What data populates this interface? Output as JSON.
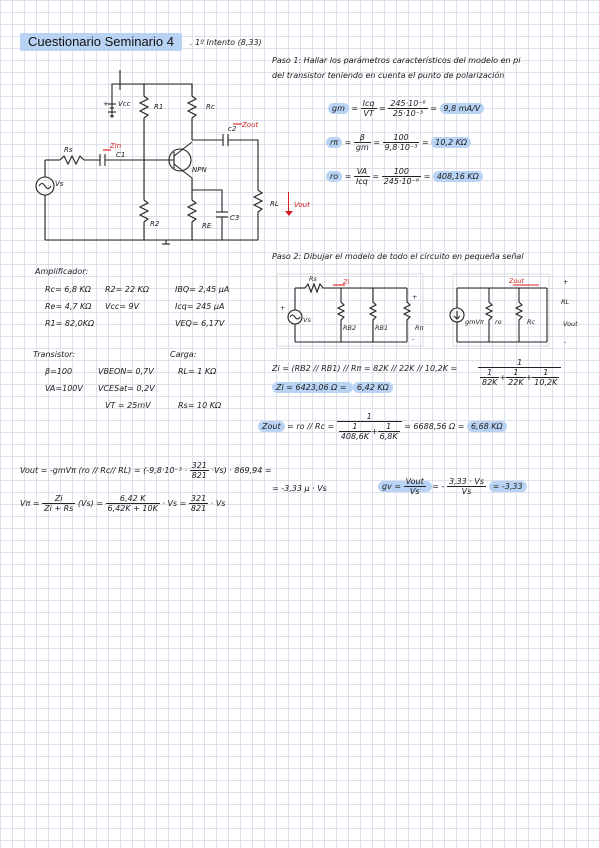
{
  "header": {
    "title": "Cuestionario Seminario 4",
    "attempt": ". 1º Intento  (8,33)"
  },
  "step1": {
    "heading_1": "Paso 1: Hallar los parámetros característicos del modelo en pi",
    "heading_2": "del transistor teniendo en cuenta el punto de polarización",
    "gm": {
      "lhs": "gm",
      "num": "Icq",
      "den": "VT",
      "num2": "245·10⁻⁶",
      "den2": "25·10⁻³",
      "result": "9,8 mA/V"
    },
    "rpi": {
      "lhs": "rπ",
      "num": "β",
      "den": "gm",
      "num2": "100",
      "den2": "9,8·10⁻³",
      "result": "10,2 KΩ"
    },
    "ro": {
      "lhs": "ro",
      "num": "VA",
      "den": "Icq",
      "num2": "100",
      "den2": "245·10⁻⁶",
      "result": "408,16 KΩ"
    }
  },
  "circuit1": {
    "vcc": "Vcc",
    "r1": "R1",
    "rc": "Rc",
    "c2": "c2",
    "zout": "Zout",
    "rs": "Rs",
    "zin": "Zin",
    "c1": "C1",
    "npn": "NPN",
    "vs": "Vs",
    "r2": "R2",
    "re": "RE",
    "c3": "C3",
    "rl": "RL",
    "vout": "Vout"
  },
  "step2": {
    "heading": "Paso 2: Dibujar el modelo de todo el circuito en pequeña señal",
    "rs": "Rs",
    "zi": "Zi",
    "vs": "Vs",
    "rb2": "RB2",
    "rb1": "RB1",
    "rpi": "Rπ",
    "plus": "+",
    "minus": "-",
    "zout": "Zout",
    "gmvpi": "gmVπ",
    "ro": "ro",
    "rc": "Rc",
    "rl": "RL",
    "vout": "Vout"
  },
  "params": {
    "amp_heading": "Amplificador:",
    "amp": [
      [
        "Rc= 6,8 KΩ",
        "R2= 22 KΩ",
        "IBQ= 2,45 μA"
      ],
      [
        "Re= 4,7 KΩ",
        "Vcc= 9V",
        "Icq= 245 μA"
      ],
      [
        "R1= 82,0KΩ",
        "",
        "VEQ= 6,17V"
      ]
    ],
    "trans_heading": "Transistor:",
    "load_heading": "Carga:",
    "trans": [
      [
        "β=100",
        "VBEON= 0,7V",
        "RL= 1 KΩ"
      ],
      [
        "VA=100V",
        "VCESat= 0,2V",
        ""
      ],
      [
        "",
        "VT = 25mV",
        "Rs= 10 KΩ"
      ]
    ]
  },
  "zi_calc": {
    "line1": "Zi = (RB2 // RB1) // Rπ = 82K // 22K // 10,2K =",
    "num": "1",
    "den_terms": [
      {
        "n": "1",
        "d": "82K"
      },
      {
        "n": "1",
        "d": "22K"
      },
      {
        "n": "1",
        "d": "10,2K"
      }
    ],
    "line2_pre": "Zi = 6423,06 Ω = ",
    "line2_res": "6,42 KΩ"
  },
  "zout_calc": {
    "lhs": "Zout",
    "pre": "= ro // Rc =",
    "num": "1",
    "t1n": "1",
    "t1d": "408,6K",
    "t2n": "1",
    "t2d": "6,8K",
    "post": "= 6688,56 Ω =",
    "result": "6,68 KΩ"
  },
  "vout_calc": {
    "pre": "Vout = -gmVπ (ro // Rc// RL) = (-9,8·10⁻³ ·",
    "fn": "321",
    "fd": "821",
    "post": "·Vs) · 869,94 =",
    "line2": "= -3,33 μ · Vs",
    "gv_lhs": "gv =",
    "gv_n": "Vout",
    "gv_d": "Vs",
    "gv_mid": "= -",
    "gv_n2": "3,33 · Vs",
    "gv_d2": "Vs",
    "gv_res": "= -3,33"
  },
  "vpi_calc": {
    "lhs": "Vπ =",
    "n1": "Zi",
    "d1": "Zi + Rs",
    "mid1": "(Vs) =",
    "n2": "6,42 K",
    "d2": "6,42K + 10K",
    "mid2": "· Vs =",
    "n3": "321",
    "d3": "821",
    "tail": "· Vs"
  }
}
